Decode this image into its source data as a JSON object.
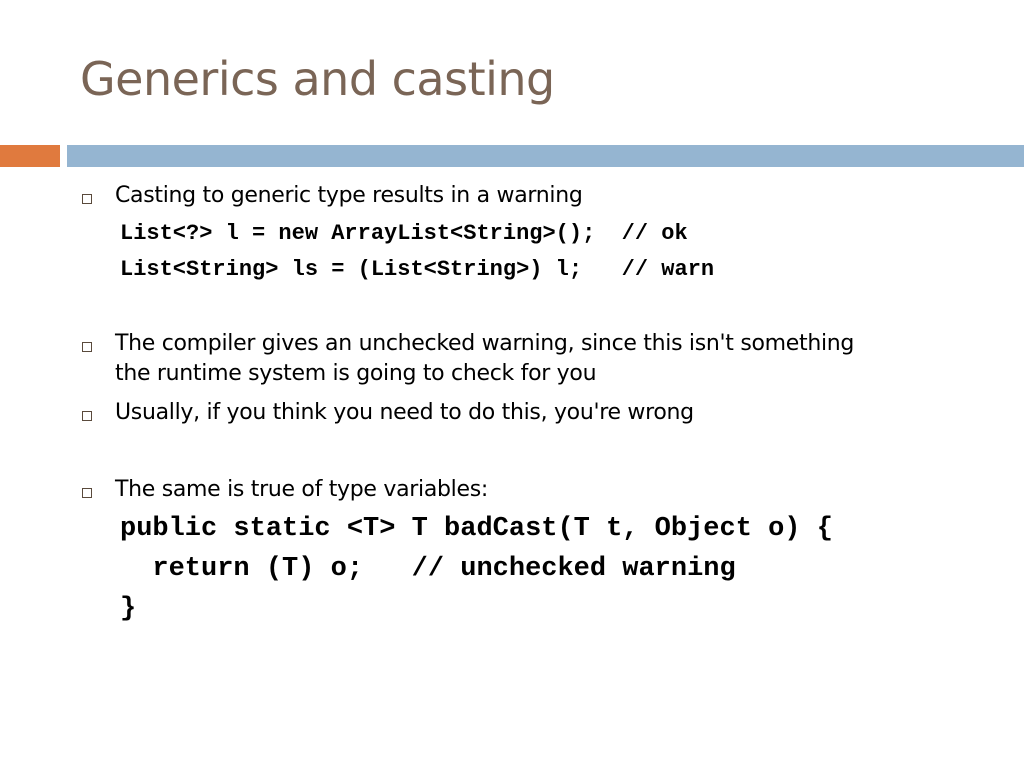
{
  "slide": {
    "title": "Generics and casting",
    "colors": {
      "title": "#7a6556",
      "accent_bar": "#e07a3e",
      "rule_bar": "#95b5d1"
    },
    "bullets": [
      {
        "text": "Casting to generic type results in a warning",
        "code": [
          "List<?> l = new ArrayList<String>();  // ok",
          "List<String> ls = (List<String>) l;   // warn"
        ]
      },
      {
        "text_lines": [
          "The compiler gives an unchecked warning, since this isn't something",
          "the runtime system is going to check for you"
        ]
      },
      {
        "text": "Usually, if you think you need to do this, you're wrong"
      },
      {
        "text": "The same is true of type variables:",
        "code": [
          "public static <T> T badCast(T t, Object o) {",
          "  return (T) o;   // unchecked warning",
          "}"
        ]
      }
    ],
    "bullet_icon": "hollow-square-bullet-icon"
  }
}
